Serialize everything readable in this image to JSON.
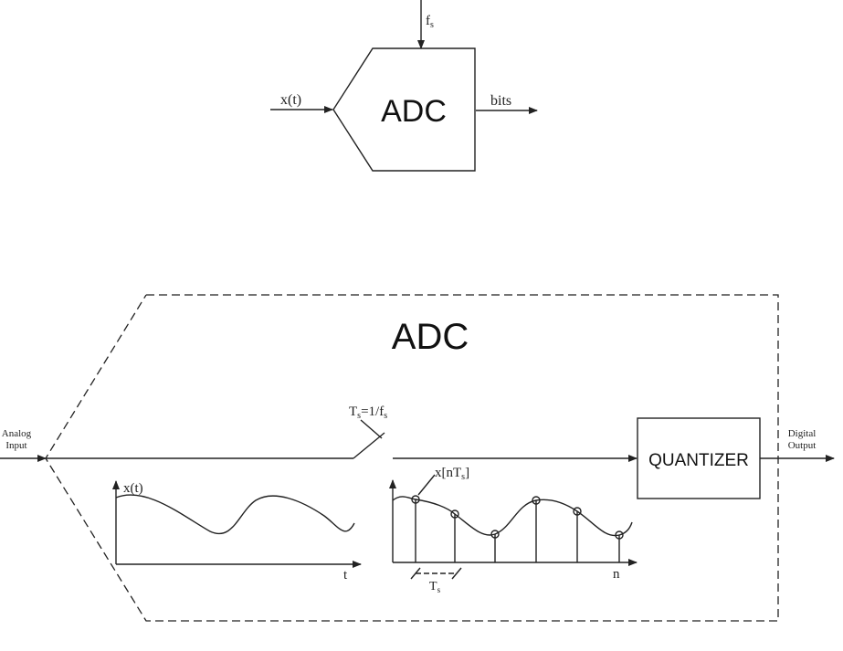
{
  "top_diagram": {
    "block_label": "ADC",
    "clock_label": "f",
    "clock_sub": "s",
    "input_label": "x(t)",
    "output_label": "bits"
  },
  "detail_diagram": {
    "title": "ADC",
    "analog_input": [
      "Analog",
      "Input"
    ],
    "digital_output": [
      "Digital",
      "Output"
    ],
    "switch_label": {
      "a": "T",
      "a_sub": "s",
      "b": "=1/f",
      "b_sub": "s"
    },
    "quantizer_label": "QUANTIZER",
    "plot_left": {
      "y_label": "x(t)",
      "x_label": "t"
    },
    "plot_right": {
      "sample_label_a": "x[nT",
      "sample_label_sub": "s",
      "sample_label_b": "]",
      "x_label": "n",
      "period_label": "T",
      "period_sub": "s"
    }
  }
}
